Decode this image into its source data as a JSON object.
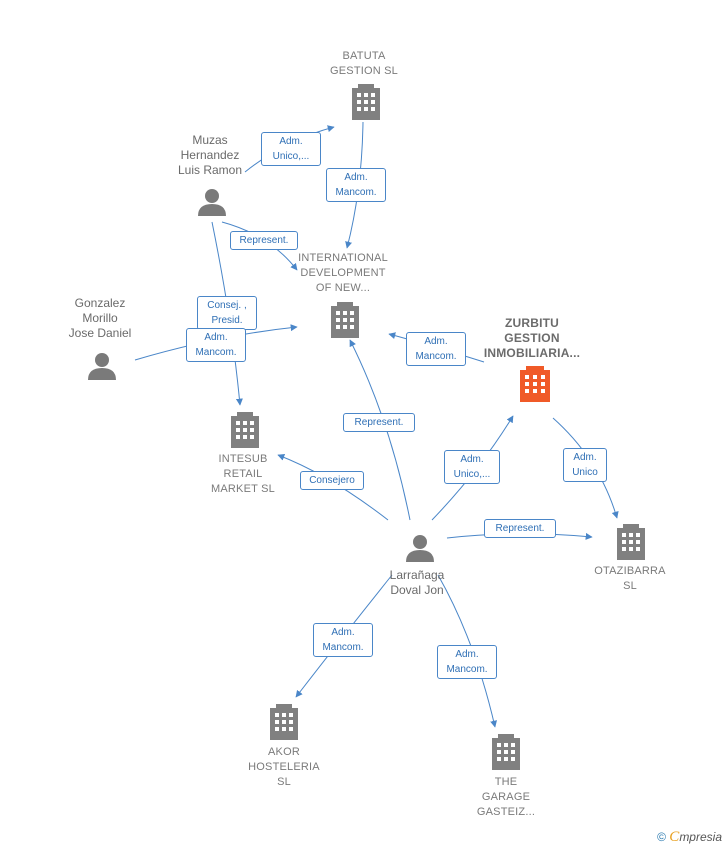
{
  "nodes": {
    "batuta": {
      "label": "BATUTA\nGESTION  SL",
      "type": "company"
    },
    "intl": {
      "label": "INTERNATIONAL\nDEVELOPMENT\nOF NEW...",
      "type": "company"
    },
    "zurbitu": {
      "label": "ZURBITU\nGESTION\nINMOBILIARIA...",
      "type": "company_highlight"
    },
    "intesub": {
      "label": "INTESUB\nRETAIL\nMARKET  SL",
      "type": "company"
    },
    "otazibarra": {
      "label": "OTAZIBARRA\nSL",
      "type": "company"
    },
    "akor": {
      "label": "AKOR\nHOSTELERIA\nSL",
      "type": "company"
    },
    "garage": {
      "label": "THE\nGARAGE\nGASTEIZ...",
      "type": "company"
    },
    "muzas": {
      "label": "Muzas\nHernandez\nLuis Ramon",
      "type": "person"
    },
    "gonzalez": {
      "label": "Gonzalez\nMorillo\nJose Daniel",
      "type": "person"
    },
    "larranaga": {
      "label": "Larrañaga\nDoval Jon",
      "type": "person"
    }
  },
  "edges": {
    "e1": "Adm.\nUnico,...",
    "e2": "Adm.\nMancom.",
    "e3": "Represent.",
    "e4": "Consej. ,\nPresid.",
    "e5": "Adm.\nMancom.",
    "e6": "Adm.\nMancom.",
    "e7": "Represent.",
    "e8": "Consejero",
    "e9": "Adm.\nUnico,...",
    "e10": "Adm.\nUnico",
    "e11": "Represent.",
    "e12": "Adm.\nMancom.",
    "e13": "Adm.\nMancom."
  },
  "colors": {
    "edge": "#4a86c8",
    "company_icon": "#808080",
    "highlight_icon": "#f05a28",
    "person_icon": "#7a7a7a"
  },
  "footer": {
    "copyright": "©",
    "brand": "C",
    "rest": "mpresia"
  }
}
